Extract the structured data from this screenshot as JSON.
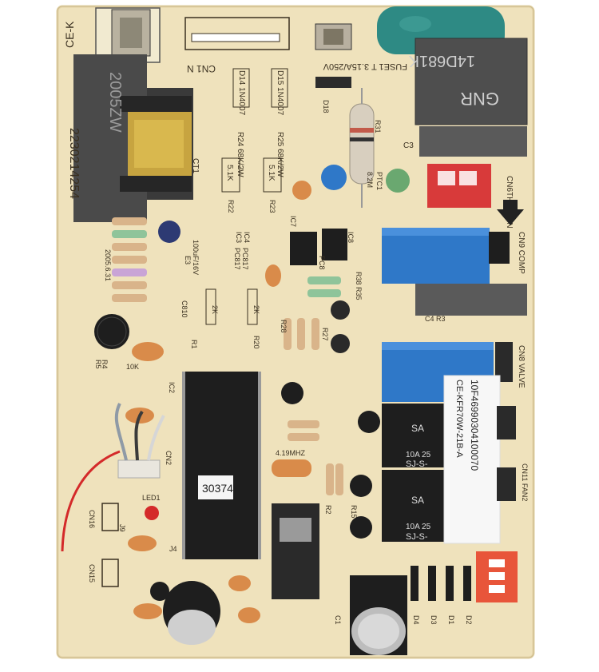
{
  "image": {
    "subject": "Air-conditioner indoor unit control PCB (printed circuit board)",
    "colors": {
      "board": "#efe2bc",
      "board_edge": "#e3d3a6",
      "silkscreen": "#3a3020",
      "ic_black": "#1e1e1e",
      "relay_blue": "#2f78c8",
      "capacitor_green": "#2e8a84",
      "varistor_gray": "#5a5a5a",
      "ptc_red": "#d83a3a",
      "connector_red": "#e8553a",
      "ceramic_orange": "#d98b4a",
      "wire_red": "#d42a2a"
    }
  },
  "labels": {
    "serial_vertical": "2230214254",
    "transformer_print": "2005ZW",
    "ce_mark": "CE-K",
    "cn1": "CN1 N",
    "fuse": "FUSE1 T 3.15A/250V",
    "varistor": "14D681K",
    "gnr": "GNR",
    "d14": "D14 1N4007",
    "d15": "D15 1N4007",
    "r24": "R24 68K/2W",
    "r25": "R25 68K/2W",
    "r_5k1_a": "5.1K",
    "r_5k1_b": "5.1K",
    "r22": "R22",
    "r23": "R23",
    "d18": "D18",
    "r31": "R31",
    "c3": "C3",
    "ptc1": "PTC1",
    "ptc_value": "8.2M",
    "cn6": "CN6THERMIN",
    "ct1": "CT1",
    "ic3": "IC3",
    "ic4": "IC4",
    "pc817_a": "PC817",
    "pc817_b": "PC817",
    "ic8": "IC8",
    "pc8": "PC8",
    "ic7": "IC7",
    "cn9": "CN9 COMP",
    "cn8": "CN8 VALVE",
    "cn11": "CN11 FAN2",
    "date_code": "2005.6.31",
    "relay_top": "SJ-S-",
    "relay_top_rating": "10A 25",
    "relay_bottom": "SJ-S-",
    "relay_bottom_rating": "10A 25",
    "relay_brand_top": "SA",
    "relay_brand_bottom": "SA",
    "sticker_line1": "CE-KFR70W-21B-A",
    "sticker_line2": "10F46990304100070",
    "ic_sticker": "30374",
    "crystal": "4.19MHZ",
    "cn15": "CN15",
    "cn16": "CN16",
    "led1": "LED1",
    "cn2": "CN2",
    "ic2": "IC2",
    "d1": "D1",
    "d2": "D2",
    "d3": "D3",
    "d4": "D4",
    "c1": "C1",
    "r1": "R1",
    "r2": "R2",
    "r15": "R15",
    "c4r3": "C4 R3",
    "r20": "R20",
    "r28": "R28",
    "r27": "R27",
    "r38r35": "R38 R35",
    "c810": "C810",
    "r4": "R4",
    "r5": "R5",
    "k10": "10K",
    "k2a": "2K",
    "k2b": "2K",
    "e3": "E3",
    "e3_value": "100uF/16V",
    "j9": "J9",
    "j4": "J4"
  }
}
